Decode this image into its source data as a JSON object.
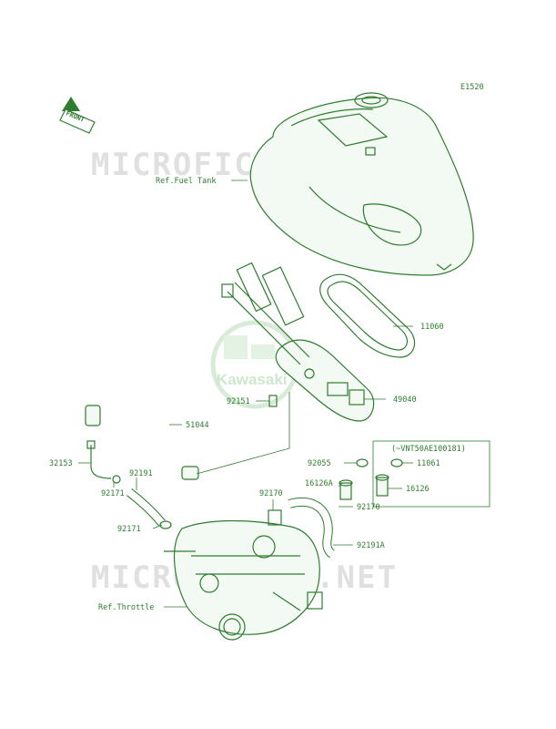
{
  "diagram_code": "E1520",
  "watermark": [
    "MICROFICHES.NET",
    "MICROFICHES.NET"
  ],
  "front_badge": "FRONT",
  "logo_text": "Kawasaki",
  "variant_note": "(~VNT50AE100181)",
  "labels": [
    {
      "id": "ref-fuel-tank",
      "text": "Ref.Fuel Tank"
    },
    {
      "id": "11060",
      "text": "11060"
    },
    {
      "id": "49040",
      "text": "49040"
    },
    {
      "id": "92151",
      "text": "92151"
    },
    {
      "id": "51044",
      "text": "51044"
    },
    {
      "id": "32153",
      "text": "32153"
    },
    {
      "id": "92191",
      "text": "92191"
    },
    {
      "id": "92171a",
      "text": "92171"
    },
    {
      "id": "92171b",
      "text": "92171"
    },
    {
      "id": "92055",
      "text": "92055"
    },
    {
      "id": "11061",
      "text": "11061"
    },
    {
      "id": "16126a",
      "text": "16126A"
    },
    {
      "id": "16126",
      "text": "16126"
    },
    {
      "id": "92170a",
      "text": "92170"
    },
    {
      "id": "92170b",
      "text": "92170"
    },
    {
      "id": "92191a",
      "text": "92191A"
    },
    {
      "id": "ref-throttle",
      "text": "Ref.Throttle"
    }
  ]
}
